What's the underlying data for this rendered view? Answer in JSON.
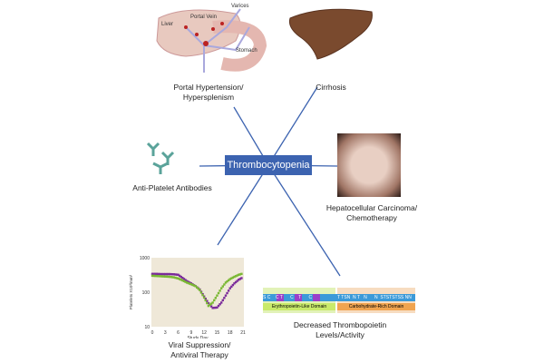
{
  "center": {
    "label": "Thrombocytopenia",
    "color": "#3c63b0"
  },
  "nodes": {
    "portal": {
      "label1": "Portal Hypertension/",
      "label2": "Hypersplenism",
      "illustration_labels": [
        "Liver",
        "Portal Vein",
        "Varices",
        "Stomach"
      ]
    },
    "cirrhosis": {
      "label1": "Cirrhosis"
    },
    "antibodies": {
      "label1": "Anti-Platelet Antibodies"
    },
    "hcc": {
      "label1": "Hepatocellular Carcinoma/",
      "label2": "Chemotherapy"
    },
    "viral": {
      "label1": "Viral Suppression/",
      "label2": "Antiviral Therapy"
    },
    "tpo": {
      "label1": "Decreased Thrombopoietin",
      "label2": "Levels/Activity",
      "seq_left": "S C    C T      C    T      C",
      "seq_right": "T TSN  N T   N      N  STSTSTSS NN",
      "domain1": "Erythropoietin-Like Domain",
      "domain2": "Carbohydrate-Rich Domain"
    }
  },
  "chart_data": {
    "type": "scatter",
    "xlabel": "Study Day",
    "ylabel": "Platelets X10³/mm³",
    "xlim": [
      0,
      21
    ],
    "ylim": [
      10,
      1000
    ],
    "yscale": "log",
    "xticks": [
      0,
      3,
      6,
      9,
      12,
      15,
      18,
      21
    ],
    "yticks": [
      10,
      100,
      1000
    ],
    "series": [
      {
        "color": "#7a2a9a",
        "x": [
          0,
          1,
          2,
          3,
          4,
          5,
          6,
          7,
          8,
          9,
          10,
          11,
          12,
          13,
          14,
          15,
          16,
          17,
          18,
          19,
          20,
          21
        ],
        "y": [
          340,
          340,
          335,
          335,
          335,
          330,
          320,
          260,
          210,
          180,
          150,
          120,
          75,
          48,
          35,
          36,
          50,
          80,
          130,
          180,
          230,
          270
        ]
      },
      {
        "color": "#7ab833",
        "x": [
          0,
          1,
          2,
          3,
          4,
          5,
          6,
          7,
          8,
          9,
          10,
          11,
          12,
          13,
          14,
          15,
          16,
          17,
          18,
          19,
          20,
          21
        ],
        "y": [
          300,
          295,
          290,
          285,
          280,
          270,
          250,
          220,
          190,
          170,
          150,
          115,
          70,
          40,
          50,
          80,
          130,
          190,
          240,
          280,
          320,
          350
        ]
      }
    ]
  }
}
